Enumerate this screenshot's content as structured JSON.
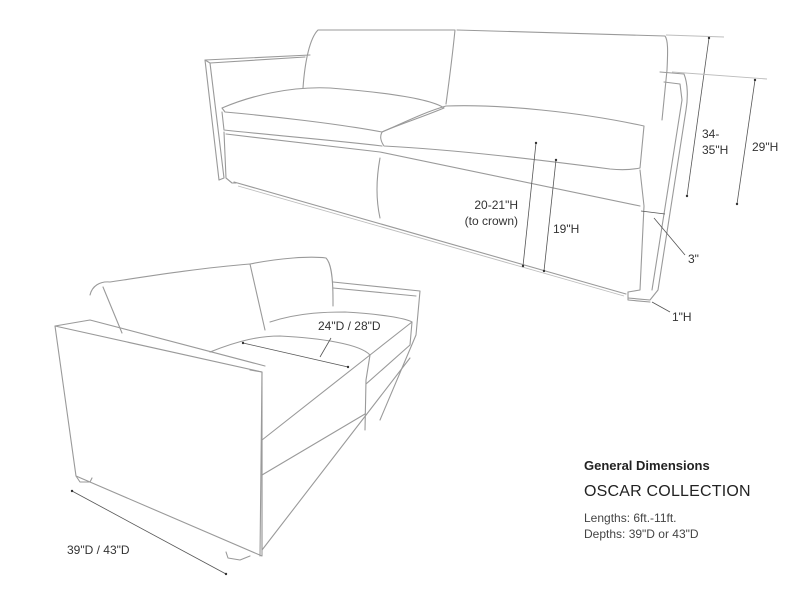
{
  "diagram": {
    "type": "furniture-dimension-drawing",
    "subjects": [
      "three-seat sofa (rear view, top right)",
      "two-seat sofa (front view, bottom left)"
    ]
  },
  "dimensions": {
    "overall_height": "34-\n35\"H",
    "overall_height_line1": "34-",
    "overall_height_line2": "35\"H",
    "arm_height": "29\"H",
    "seat_height_crown_line1": "20-21\"H",
    "seat_height_crown_line2": "(to crown)",
    "seat_height": "19\"H",
    "arm_width": "3\"",
    "leg_height": "1\"H",
    "seat_depth": "24\"D / 28\"D",
    "overall_depth": "39\"D / 43\"D"
  },
  "info": {
    "heading": "General Dimensions",
    "collection": "OSCAR COLLECTION",
    "lengths": "Lengths: 6ft.-11ft.",
    "depths": "Depths: 39\"D or 43\"D"
  },
  "colors": {
    "outline": "#9a9a9a",
    "dimension_line": "#555555",
    "text": "#333333"
  }
}
